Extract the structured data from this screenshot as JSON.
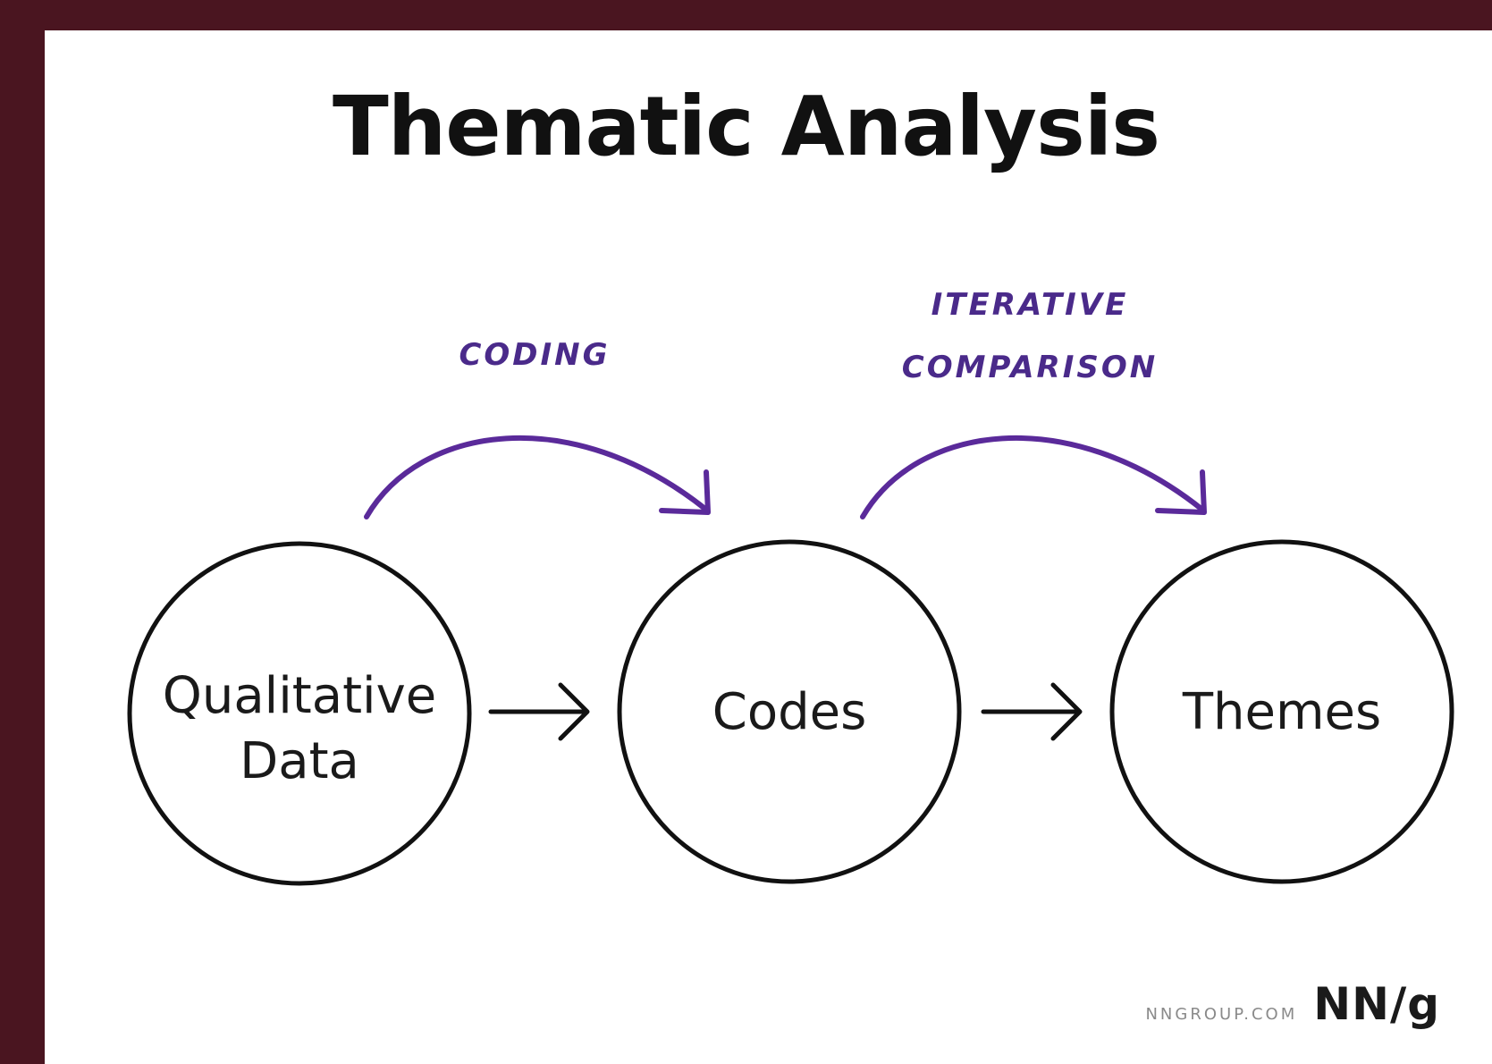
{
  "title": "Thematic Analysis",
  "nodes": [
    {
      "id": "qualitative-data",
      "lines": [
        "Qualitative",
        "Data"
      ]
    },
    {
      "id": "codes",
      "lines": [
        "Codes"
      ]
    },
    {
      "id": "themes",
      "lines": [
        "Themes"
      ]
    }
  ],
  "steps": [
    {
      "id": "coding",
      "lines": [
        "CODING"
      ]
    },
    {
      "id": "iterative-comparison",
      "lines": [
        "ITERATIVE",
        "COMPARISON"
      ]
    }
  ],
  "footer": {
    "url": "NNGROUP.COM",
    "logo": "NN/g"
  },
  "colors": {
    "frame": "#4a1520",
    "accent": "#5a2a9a",
    "text": "#111111"
  }
}
